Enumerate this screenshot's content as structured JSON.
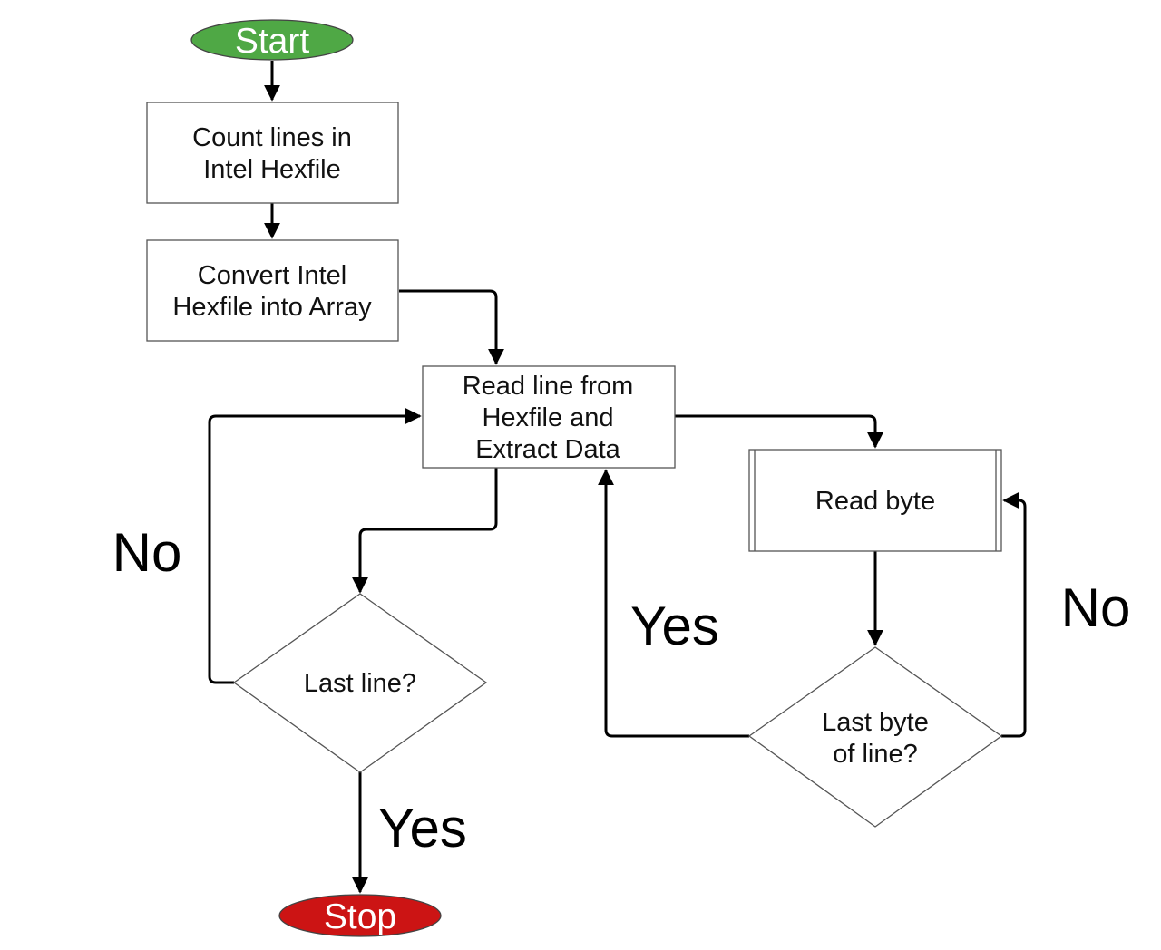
{
  "nodes": {
    "start": {
      "label": "Start",
      "fill": "#4fa845"
    },
    "count_lines": {
      "line1": "Count lines in",
      "line2": "Intel Hexfile"
    },
    "convert": {
      "line1": "Convert Intel",
      "line2": "Hexfile into Array"
    },
    "read_line": {
      "line1": "Read line from",
      "line2": "Hexfile and",
      "line3": "Extract Data"
    },
    "read_byte": {
      "label": "Read byte"
    },
    "last_line": {
      "label": "Last line?"
    },
    "last_byte": {
      "line1": "Last byte",
      "line2": "of line?"
    },
    "stop": {
      "label": "Stop",
      "fill": "#cc1414"
    }
  },
  "edge_labels": {
    "last_line_no": "No",
    "last_line_yes": "Yes",
    "last_byte_yes": "Yes",
    "last_byte_no": "No"
  }
}
